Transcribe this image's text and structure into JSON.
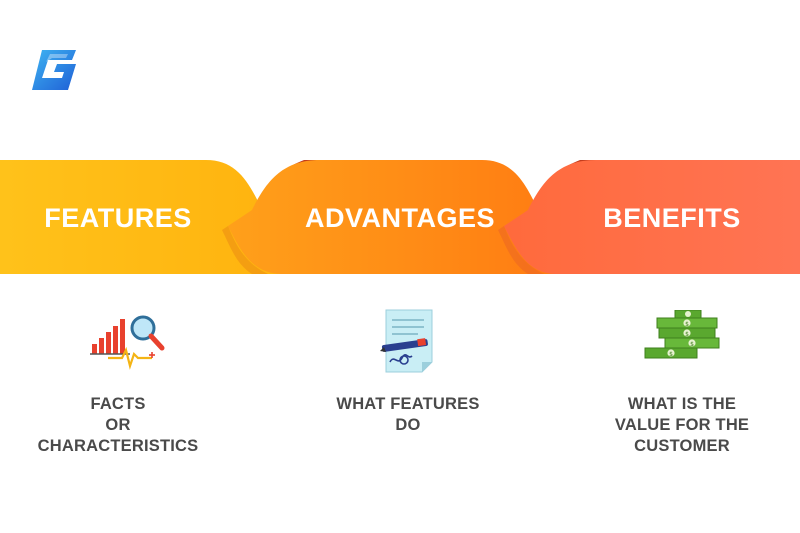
{
  "logo": {
    "icon": "g-logo-icon",
    "colors": [
      "#1f5fd6",
      "#3fb5f2"
    ]
  },
  "ribbon": {
    "stages": [
      {
        "label": "FEATURES",
        "color": "#ffbe14"
      },
      {
        "label": "ADVANTAGES",
        "color": "#ff8a18"
      },
      {
        "label": "BENEFITS",
        "color": "#ff6e4e"
      }
    ],
    "fold_color": "#c43d1d"
  },
  "columns": [
    {
      "icon": "chart-magnifier-icon",
      "caption_lines": [
        "FACTS",
        "OR",
        "CHARACTERISTICS"
      ]
    },
    {
      "icon": "document-pen-icon",
      "caption_lines": [
        "WHAT FEATURES",
        "DO"
      ]
    },
    {
      "icon": "money-stack-icon",
      "caption_lines": [
        "WHAT IS THE",
        "VALUE FOR THE",
        "CUSTOMER"
      ]
    }
  ]
}
